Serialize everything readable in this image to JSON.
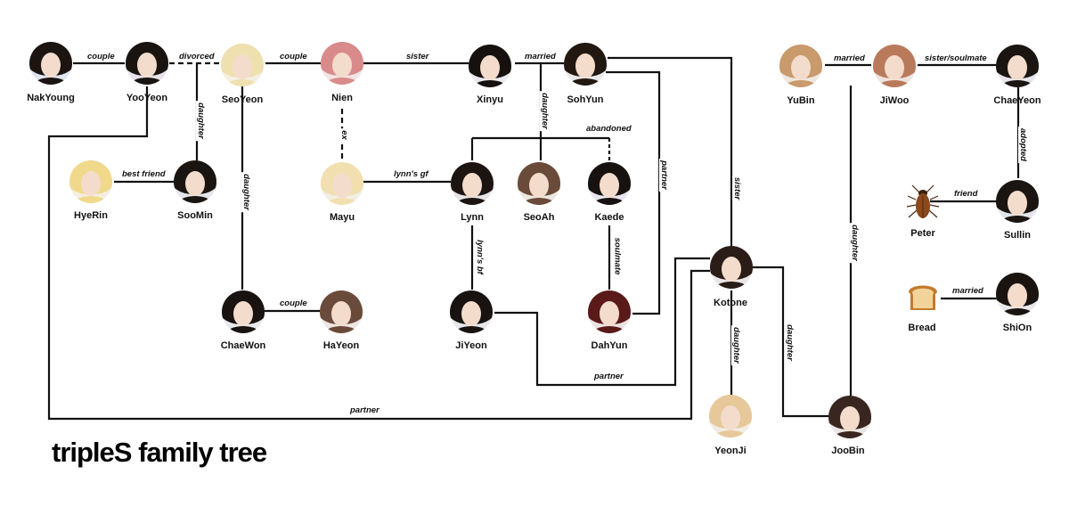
{
  "title": "tripleS family tree",
  "colors": {
    "line": "#111111",
    "background": "#ffffff"
  },
  "people": {
    "nakyoung": "NakYoung",
    "yooyeon": "YooYeon",
    "seoyeon": "SeoYeon",
    "nien": "Nien",
    "xinyu": "Xinyu",
    "sohyun": "SohYun",
    "yubin": "YuBin",
    "jiwoo": "JiWoo",
    "chaeyeon": "ChaeYeon",
    "hyerin": "HyeRin",
    "soomin": "SooMin",
    "mayu": "Mayu",
    "lynn": "Lynn",
    "seoah": "SeoAh",
    "kaede": "Kaede",
    "peter": "Peter",
    "sullin": "Sullin",
    "kotone": "Kotone",
    "chaewon": "ChaeWon",
    "hayeon": "HaYeon",
    "jiyeon": "JiYeon",
    "dahyun": "DahYun",
    "bread": "Bread",
    "shion": "ShiOn",
    "yeonji": "YeonJi",
    "joobin": "JooBin"
  },
  "edges": {
    "nakyoung_yooyeon": "couple",
    "yooyeon_seoyeon": "divorced",
    "seoyeon_nien": "couple",
    "nien_xinyu": "sister",
    "xinyu_sohyun": "married",
    "yubin_jiwoo": "married",
    "jiwoo_chaeyeon": "sister/soulmate",
    "yooyeon_soomin": "daughter",
    "seoyeon_chaewon": "daughter",
    "nien_mayu": "ex",
    "sohyun_lynn": "daughter",
    "sohyun_kaede": "abandoned",
    "sohyun_dahyun": "partner",
    "sohyun_kotone": "sister",
    "jiwoo_joobin": "daughter",
    "chaeyeon_sullin": "adopted",
    "hyerin_soomin": "best friend",
    "mayu_lynn": "lynn's gf",
    "peter_sullin": "friend",
    "lynn_jiyeon": "lynn's bf",
    "kaede_dahyun": "soulmate",
    "chaewon_hayeon": "couple",
    "bread_shion": "married",
    "kotone_yeonji": "daughter",
    "kotone_joobin": "daughter",
    "jiyeon_kotone": "partner",
    "yooyeon_kotone": "partner"
  }
}
